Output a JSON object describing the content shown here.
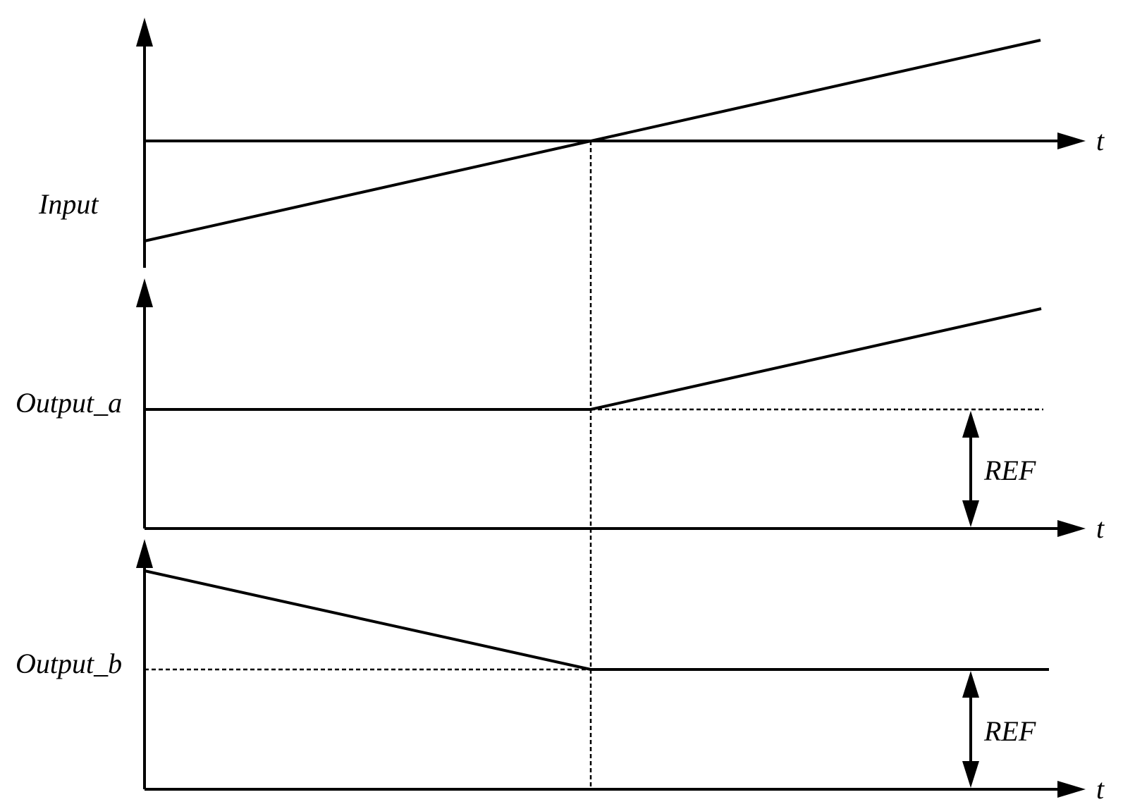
{
  "labels": {
    "input": "Input",
    "output_a": "Output_a",
    "output_b": "Output_b",
    "ref_a": "REF",
    "ref_b": "REF",
    "time_top": "t",
    "time_middle": "t",
    "time_bottom": "t"
  },
  "colors": {
    "line": "#000000",
    "background": "#ffffff"
  }
}
